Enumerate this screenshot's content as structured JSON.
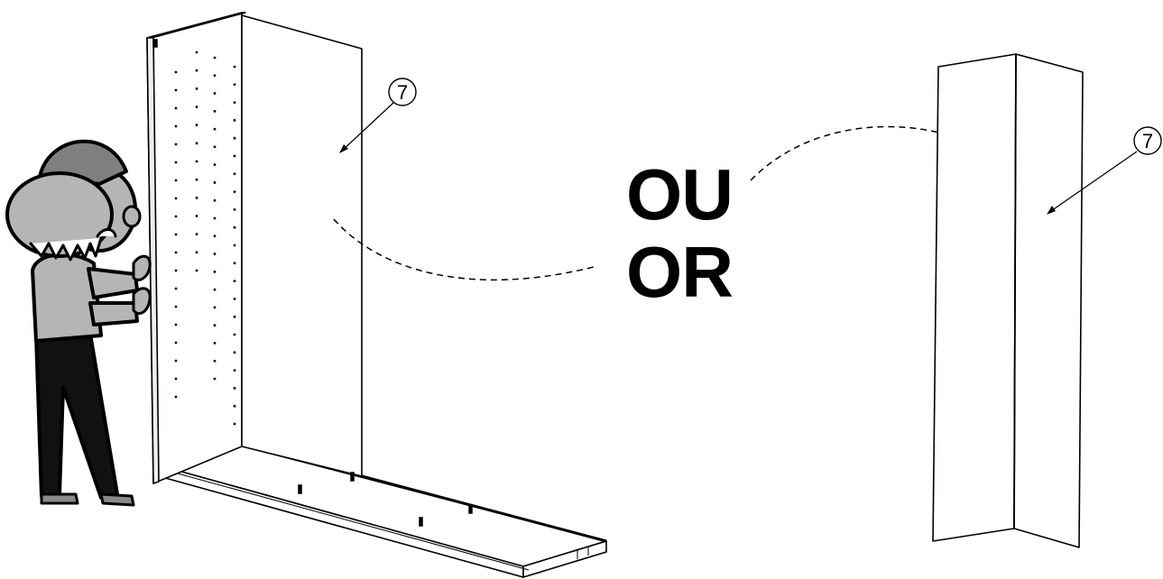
{
  "labels": {
    "option_1": "OU",
    "option_2": "OR"
  },
  "callouts": {
    "part_left": "7",
    "part_right": "7"
  },
  "colors": {
    "line": "#000000",
    "skin_gray": "#b5b5b5",
    "cap_dark": "#7f7f7f",
    "shoe_gray": "#8a8a8a",
    "pants": "#111111"
  },
  "icons": {
    "assembler": "assembler-person-icon",
    "cabinet": "cabinet-frame-icon",
    "corner_panel": "corner-panel-icon"
  }
}
